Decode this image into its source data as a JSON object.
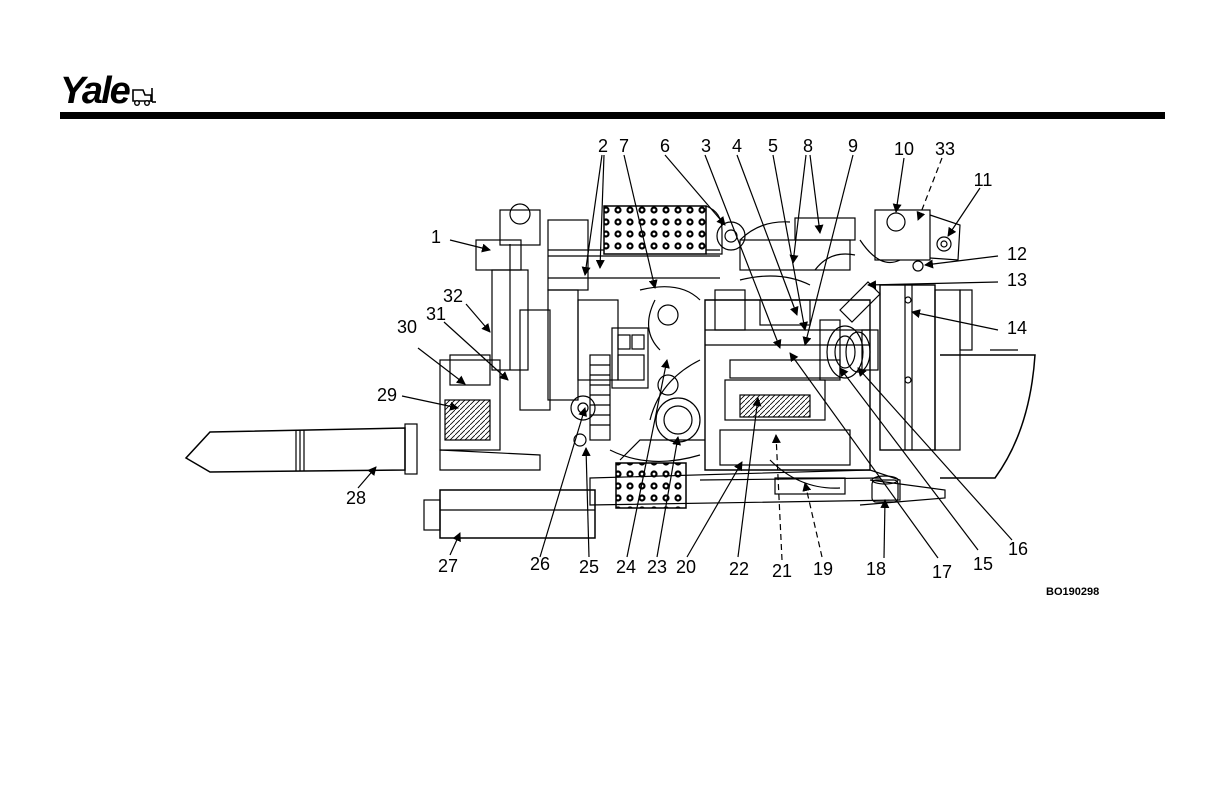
{
  "brand": {
    "logo_text": "Yale"
  },
  "figure_code": "BO190298",
  "callouts": [
    {
      "id": "1",
      "label": "1"
    },
    {
      "id": "2",
      "label": "2"
    },
    {
      "id": "3",
      "label": "3"
    },
    {
      "id": "4",
      "label": "4"
    },
    {
      "id": "5",
      "label": "5"
    },
    {
      "id": "6",
      "label": "6"
    },
    {
      "id": "7",
      "label": "7"
    },
    {
      "id": "8",
      "label": "8"
    },
    {
      "id": "9",
      "label": "9"
    },
    {
      "id": "10",
      "label": "10"
    },
    {
      "id": "11",
      "label": "11"
    },
    {
      "id": "12",
      "label": "12"
    },
    {
      "id": "13",
      "label": "13"
    },
    {
      "id": "14",
      "label": "14"
    },
    {
      "id": "15",
      "label": "15"
    },
    {
      "id": "16",
      "label": "16"
    },
    {
      "id": "17",
      "label": "17"
    },
    {
      "id": "18",
      "label": "18"
    },
    {
      "id": "19",
      "label": "19"
    },
    {
      "id": "20",
      "label": "20"
    },
    {
      "id": "21",
      "label": "21"
    },
    {
      "id": "22",
      "label": "22"
    },
    {
      "id": "23",
      "label": "23"
    },
    {
      "id": "24",
      "label": "24"
    },
    {
      "id": "25",
      "label": "25"
    },
    {
      "id": "26",
      "label": "26"
    },
    {
      "id": "27",
      "label": "27"
    },
    {
      "id": "28",
      "label": "28"
    },
    {
      "id": "29",
      "label": "29"
    },
    {
      "id": "30",
      "label": "30"
    },
    {
      "id": "31",
      "label": "31"
    },
    {
      "id": "32",
      "label": "32"
    },
    {
      "id": "33",
      "label": "33"
    }
  ],
  "colors": {
    "ink": "#000000",
    "background": "#ffffff"
  }
}
